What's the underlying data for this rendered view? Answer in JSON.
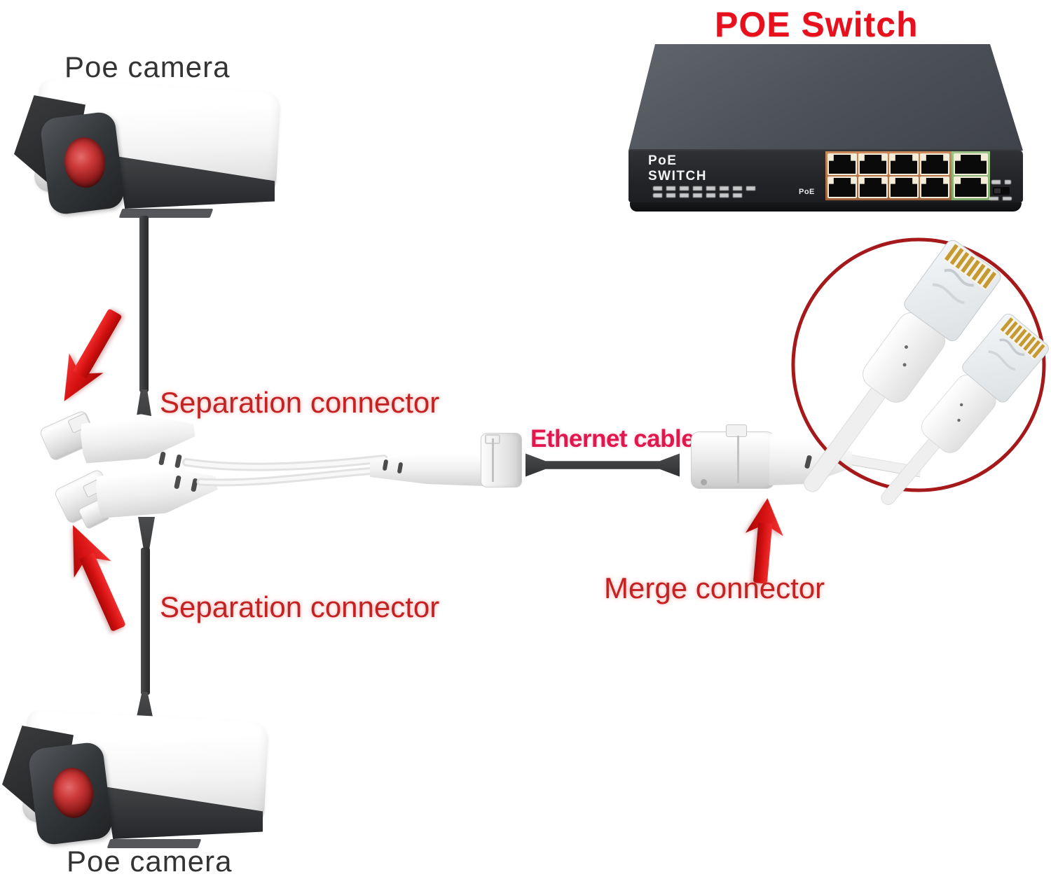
{
  "diagram": {
    "title": "POE Switch",
    "camera_top_label": "Poe camera",
    "camera_bottom_label": "Poe camera",
    "separation_connector_label_1": "Separation connector",
    "separation_connector_label_2": "Separation connector",
    "ethernet_cable_label": "Ethernet cable",
    "merge_connector_label": "Merge connector",
    "switch_front_brand": "PoE SWITCH",
    "switch_poe_port_mark": "PoE",
    "poe_port_count": 8,
    "uplink_port_count": 2
  },
  "colors": {
    "annotation_red": "#c22222",
    "title_red": "#e8101c",
    "ethernet_label_pink": "#e2174e",
    "arrow_red": "#e01212",
    "inset_ring_red": "#a5191b",
    "camera_label_gray": "#333333",
    "switch_port_orange": "#bb7447",
    "switch_port_green": "#8db877",
    "camera_lens_red": "#b52525"
  }
}
